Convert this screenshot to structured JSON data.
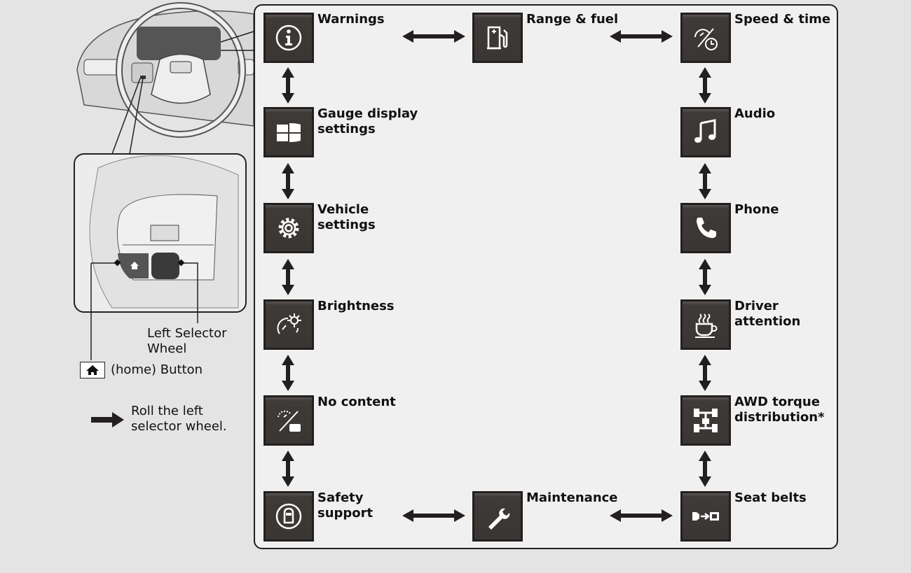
{
  "callouts": {
    "selector_wheel": "Left Selector\nWheel",
    "home_button": "(home) Button",
    "home_icon": "home-icon"
  },
  "legend": {
    "text": "Roll the left\nselector wheel.",
    "icon": "arrow-right-icon"
  },
  "items": [
    {
      "label": "Warnings",
      "icon": "info-icon"
    },
    {
      "label": "Range & fuel",
      "icon": "fuel-pump-icon"
    },
    {
      "label": "Speed & time",
      "icon": "speed-clock-icon"
    },
    {
      "label": "Gauge display\nsettings",
      "icon": "gauge-layout-icon"
    },
    {
      "label": "Audio",
      "icon": "music-note-icon"
    },
    {
      "label": "Vehicle\nsettings",
      "icon": "gear-icon"
    },
    {
      "label": "Phone",
      "icon": "phone-icon"
    },
    {
      "label": "Brightness",
      "icon": "brightness-icon"
    },
    {
      "label": "Driver\nattention",
      "icon": "coffee-cup-icon"
    },
    {
      "label": "No content",
      "icon": "no-content-icon"
    },
    {
      "label": "AWD torque\ndistribution*",
      "icon": "awd-icon"
    },
    {
      "label": "Safety\nsupport",
      "icon": "safety-car-icon"
    },
    {
      "label": "Maintenance",
      "icon": "wrench-icon"
    },
    {
      "label": "Seat belts",
      "icon": "seat-belt-icon"
    }
  ]
}
